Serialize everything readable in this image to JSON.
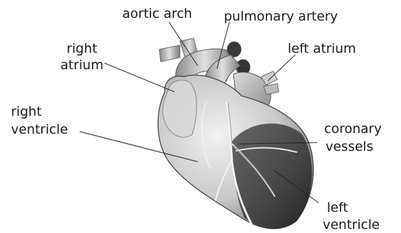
{
  "labels": {
    "aortic_arch": "aortic arch",
    "pulmonary_artery": "pulmonary artery",
    "right_atrium": [
      "right",
      "atrium"
    ],
    "left_atrium": "left atrium",
    "right_ventricle": [
      "right",
      "ventricle"
    ],
    "coronary_vessels": [
      "coronary",
      "vessels"
    ],
    "left_ventricle": [
      "left",
      "ventricle"
    ]
  }
}
